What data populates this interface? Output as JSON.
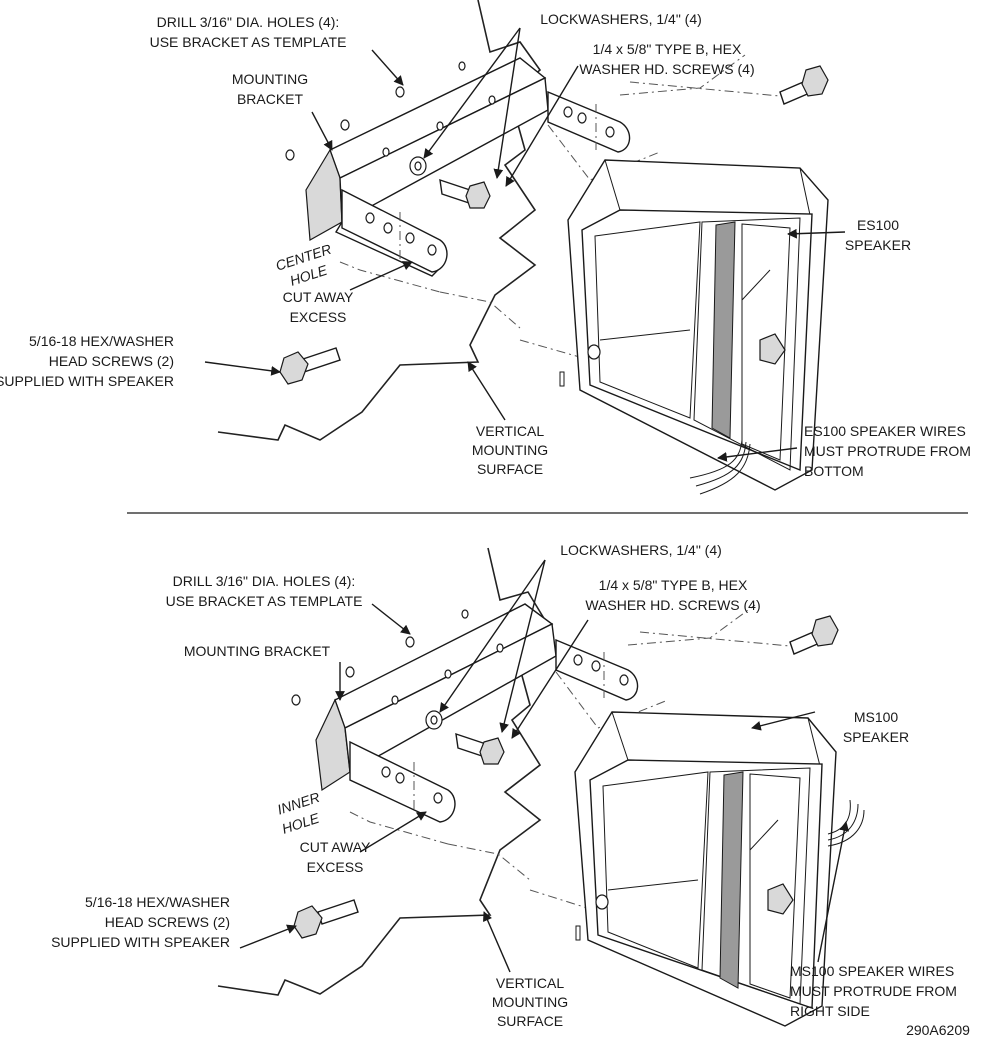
{
  "top": {
    "drill_holes_line1": "DRILL 3/16\" DIA. HOLES (4):",
    "drill_holes_line2": "USE BRACKET AS TEMPLATE",
    "lockwashers": "LOCKWASHERS, 1/4\" (4)",
    "screws_line1": "1/4 x 5/8\"  TYPE B, HEX",
    "screws_line2": "WASHER HD. SCREWS (4)",
    "bracket_line1": "MOUNTING",
    "bracket_line2": "BRACKET",
    "hole_line1": "CENTER",
    "hole_line2": "HOLE",
    "cut_line1": "CUT AWAY",
    "cut_line2": "EXCESS",
    "hexscrew_line1": "5/16-18 HEX/WASHER",
    "hexscrew_line2": "HEAD SCREWS (2)",
    "hexscrew_line3": "SUPPLIED WITH SPEAKER",
    "surface_line1": "VERTICAL",
    "surface_line2": "MOUNTING",
    "surface_line3": "SURFACE",
    "speaker_line1": "ES100",
    "speaker_line2": "SPEAKER",
    "wires_line1": "ES100 SPEAKER WIRES",
    "wires_line2": "MUST PROTRUDE FROM",
    "wires_line3": "BOTTOM"
  },
  "bottom": {
    "drill_holes_line1": "DRILL 3/16\" DIA. HOLES (4):",
    "drill_holes_line2": "USE BRACKET AS TEMPLATE",
    "lockwashers": "LOCKWASHERS, 1/4\" (4)",
    "screws_line1": "1/4 x 5/8\"  TYPE B, HEX",
    "screws_line2": "WASHER HD. SCREWS (4)",
    "bracket": "MOUNTING BRACKET",
    "hole_line1": "INNER",
    "hole_line2": "HOLE",
    "cut_line1": "CUT AWAY",
    "cut_line2": "EXCESS",
    "hexscrew_line1": "5/16-18 HEX/WASHER",
    "hexscrew_line2": "HEAD SCREWS (2)",
    "hexscrew_line3": "SUPPLIED WITH SPEAKER",
    "surface_line1": "VERTICAL",
    "surface_line2": "MOUNTING",
    "surface_line3": "SURFACE",
    "speaker_line1": "MS100",
    "speaker_line2": "SPEAKER",
    "wires_line1": "MS100 SPEAKER WIRES",
    "wires_line2": "MUST PROTRUDE FROM",
    "wires_line3": "RIGHT SIDE"
  },
  "figure_id": "290A6209"
}
